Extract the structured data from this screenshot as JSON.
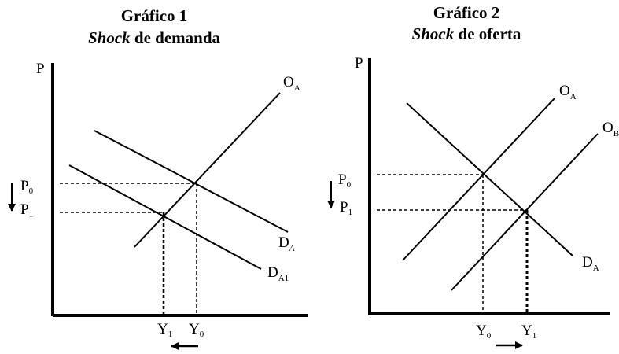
{
  "graph1": {
    "title_line1": "Gráfico 1",
    "title_italic": "Shock",
    "title_rest": " de demanda",
    "axis_y": "P",
    "supply_label": "O",
    "supply_sub": "A",
    "demand0_label": "D",
    "demand0_sub": "A",
    "demand1_label": "D",
    "demand1_sub": "A1",
    "p0_label": "P",
    "p0_sub": "0",
    "p1_label": "P",
    "p1_sub": "1",
    "y1_label": "Y",
    "y1_sub": "1",
    "y0_label": "Y",
    "y0_sub": "0"
  },
  "graph2": {
    "title_line1": "Gráfico 2",
    "title_italic": "Shock",
    "title_rest": " de oferta",
    "axis_y": "P",
    "supply0_label": "O",
    "supply0_sub": "A",
    "supply1_label": "O",
    "supply1_sub": "B",
    "demand_label": "D",
    "demand_sub": "A",
    "p0_label": "P",
    "p0_sub": "0",
    "p1_label": "P",
    "p1_sub": "1",
    "y0_label": "Y",
    "y0_sub": "0",
    "y1_label": "Y",
    "y1_sub": "1"
  }
}
